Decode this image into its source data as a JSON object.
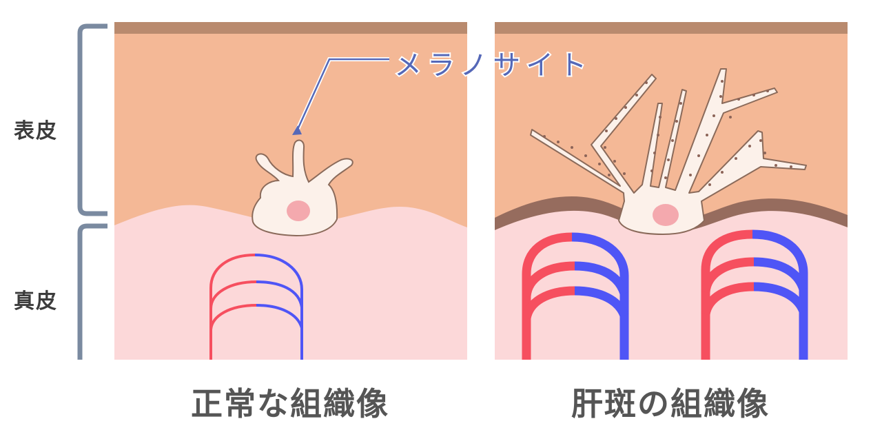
{
  "labels": {
    "epidermis": "表皮",
    "dermis": "真皮",
    "melanocyte": "メラノサイト"
  },
  "captions": {
    "normal": "正常な組織像",
    "melasma": "肝斑の組織像"
  },
  "colors": {
    "surface": "#b98a6e",
    "epidermis": "#f4b896",
    "dermis": "#fcd8d9",
    "cell_fill": "#fcf1ea",
    "cell_outline": "#8a6a5a",
    "nucleus": "#f4a9ae",
    "pigment": "#8c6458",
    "artery": "#f64f5f",
    "vein": "#4f55f6",
    "bracket": "#7a8aa0",
    "callout": "#5568b8"
  }
}
